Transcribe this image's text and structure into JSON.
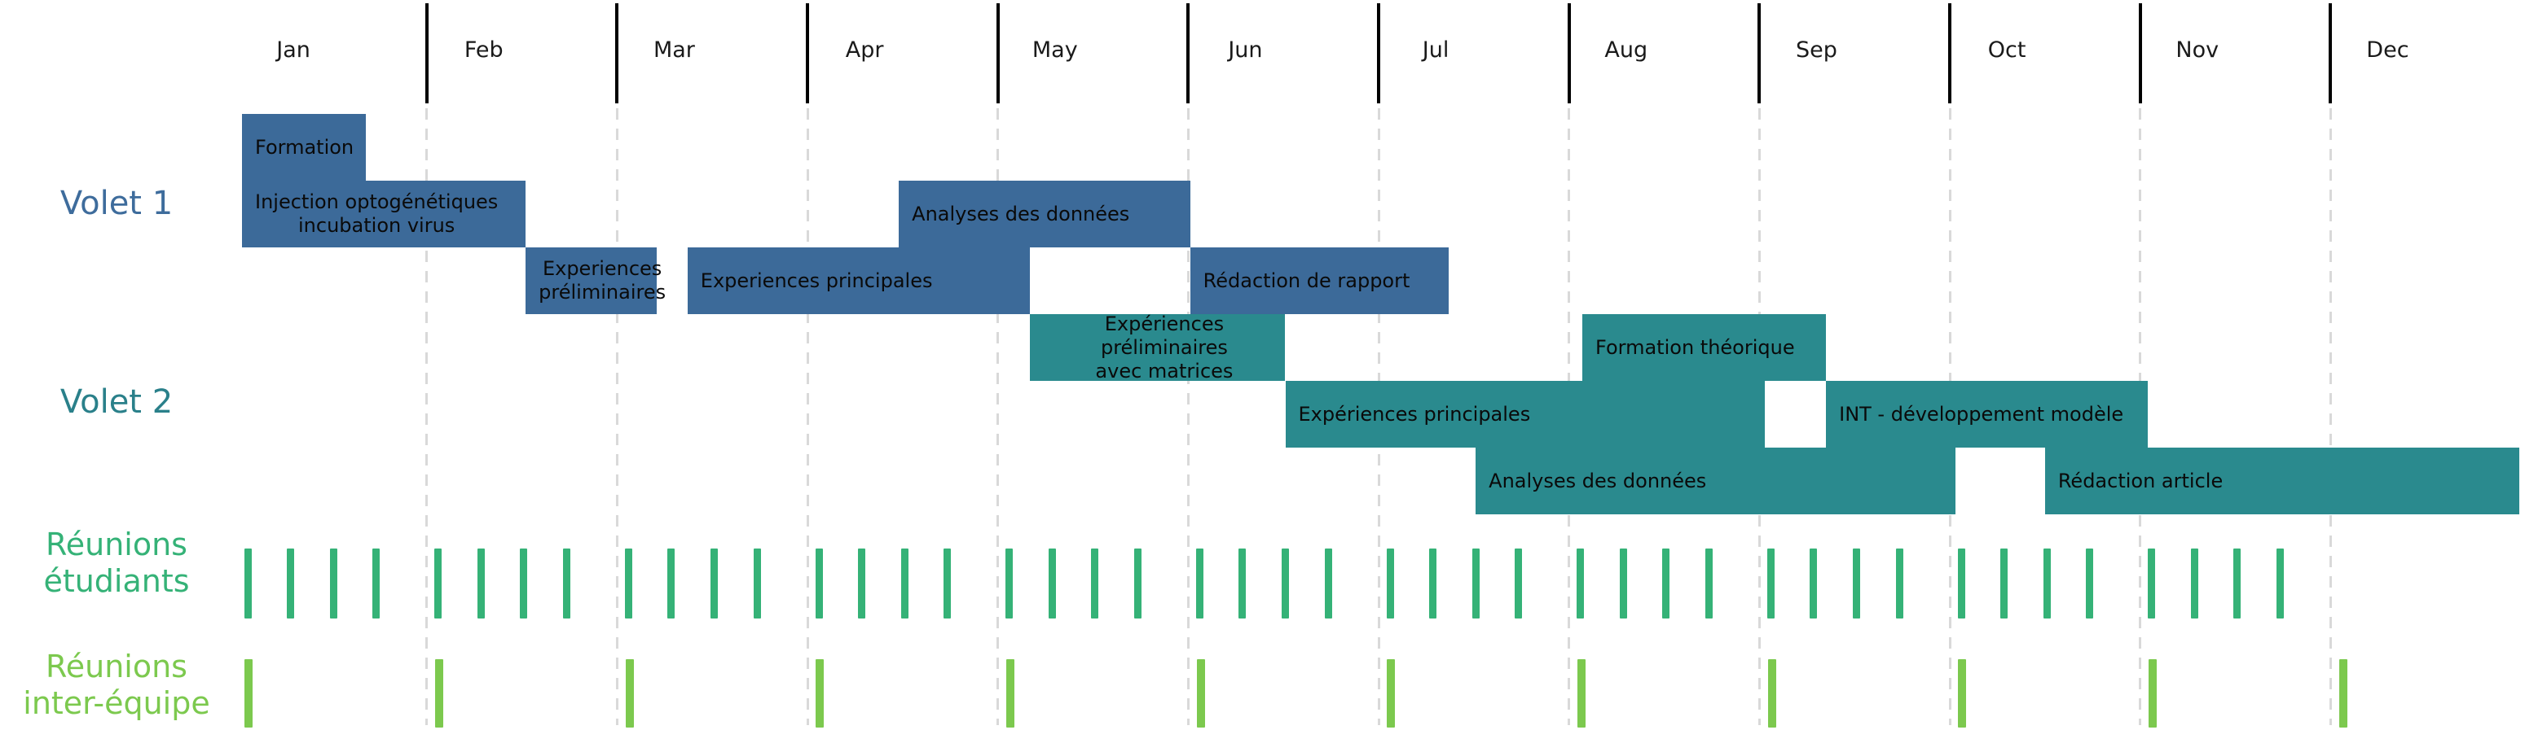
{
  "chart_data": {
    "type": "gantt",
    "title": "",
    "months": [
      "Jan",
      "Feb",
      "Mar",
      "Apr",
      "May",
      "Jun",
      "Jul",
      "Aug",
      "Sep",
      "Oct",
      "Nov",
      "Dec"
    ],
    "month_count": 12,
    "axis": {
      "tick_color": "#000000",
      "grid_color": "#D9D9D9",
      "month_label_color": "#1A1A1A",
      "grid_style": "dashed"
    },
    "groups": [
      {
        "name": "Volet 1",
        "bar_color": "#3C6A99",
        "label_color": "#3E6C9C",
        "rows": 3,
        "tasks": [
          {
            "label": "Formation",
            "row": 0,
            "start": 0.03,
            "end": 0.68
          },
          {
            "label": "Injection optogénétiques\nincubation virus",
            "row": 1,
            "start": 0.03,
            "end": 1.52
          },
          {
            "label": "Analyses des données",
            "row": 1,
            "start": 3.48,
            "end": 5.01
          },
          {
            "label": "Experiences\npréliminaires",
            "row": 2,
            "start": 1.52,
            "end": 2.21
          },
          {
            "label": "Experiences principales",
            "row": 2,
            "start": 2.37,
            "end": 4.17
          },
          {
            "label": "Rédaction de rapport",
            "row": 2,
            "start": 5.01,
            "end": 6.37
          }
        ]
      },
      {
        "name": "Volet 2",
        "bar_color": "#2A8A8E",
        "label_color": "#2A808A",
        "rows": 3,
        "tasks": [
          {
            "label": "Expériences préliminaires\navec matrices",
            "row": 0,
            "start": 4.17,
            "end": 5.51
          },
          {
            "label": "Formation théorique",
            "row": 0,
            "start": 7.07,
            "end": 8.35
          },
          {
            "label": "Expériences principales",
            "row": 1,
            "start": 5.51,
            "end": 8.03
          },
          {
            "label": "INT - développement modèle",
            "row": 1,
            "start": 8.35,
            "end": 10.04
          },
          {
            "label": "Analyses des données",
            "row": 2,
            "start": 6.51,
            "end": 9.03
          },
          {
            "label": "Rédaction article",
            "row": 2,
            "start": 9.5,
            "end": 11.99
          }
        ]
      }
    ],
    "meeting_rows": [
      {
        "name": "Réunions étudiants",
        "label_lines": [
          "Réunions",
          "étudiants"
        ],
        "color": "#35B277",
        "frequency": "weekly (4 per month, Jan-Nov)",
        "ticks": [
          0.06,
          0.285,
          0.51,
          0.735,
          1.06,
          1.285,
          1.51,
          1.735,
          2.06,
          2.285,
          2.51,
          2.735,
          3.06,
          3.285,
          3.51,
          3.735,
          4.06,
          4.285,
          4.51,
          4.735,
          5.06,
          5.285,
          5.51,
          5.735,
          6.06,
          6.285,
          6.51,
          6.735,
          7.06,
          7.285,
          7.51,
          7.735,
          8.06,
          8.285,
          8.51,
          8.735,
          9.06,
          9.285,
          9.51,
          9.735,
          10.06,
          10.285,
          10.51,
          10.735
        ]
      },
      {
        "name": "Réunions inter-équipe",
        "label_lines": [
          "Réunions",
          "inter-équipe"
        ],
        "color": "#7CC94E",
        "frequency": "monthly (Jan-Dec)",
        "ticks": [
          0.065,
          1.065,
          2.065,
          3.065,
          4.065,
          5.065,
          6.065,
          7.065,
          8.065,
          9.065,
          10.065,
          11.065
        ]
      }
    ]
  }
}
